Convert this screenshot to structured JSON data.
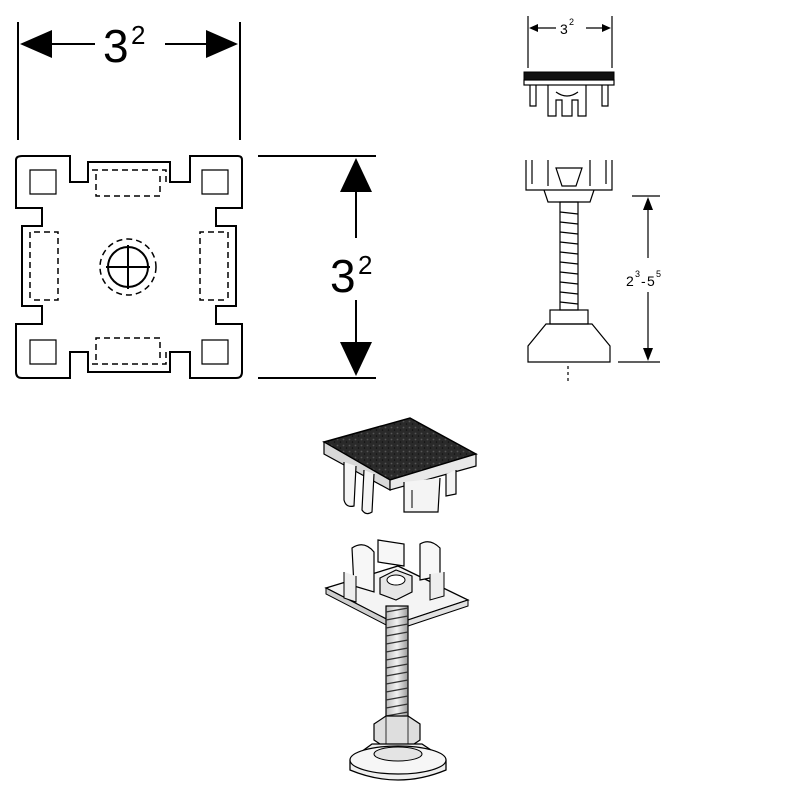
{
  "dimensions": {
    "top_width": {
      "base": "3",
      "sup": "2"
    },
    "right_height": {
      "base": "3",
      "sup": "2"
    },
    "small_width": {
      "base": "3",
      "sup": "2"
    },
    "adjust_range": {
      "base1": "2",
      "sup1": "3",
      "sep": "-",
      "base2": "5",
      "sup2": "5"
    }
  }
}
